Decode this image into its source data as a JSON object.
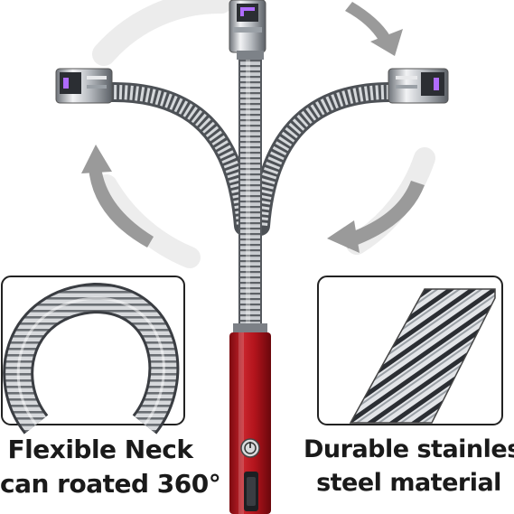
{
  "captions": {
    "left": {
      "line1": "Flexible Neck",
      "line2": "can roated 360°"
    },
    "right": {
      "line1": "Durable stainless",
      "line2": "steel material"
    }
  },
  "colors": {
    "body_red": "#b3141c",
    "arrow_gray": "#9a9a9a",
    "arc_light": "#e6e6e6",
    "plasma_purple": "#8a2be2",
    "steel": "#b5b8bc"
  },
  "icons": {
    "rotate_arrows": "curved-arrow-icon",
    "power_button": "power-button-icon",
    "usb_port": "usb-port-icon"
  }
}
